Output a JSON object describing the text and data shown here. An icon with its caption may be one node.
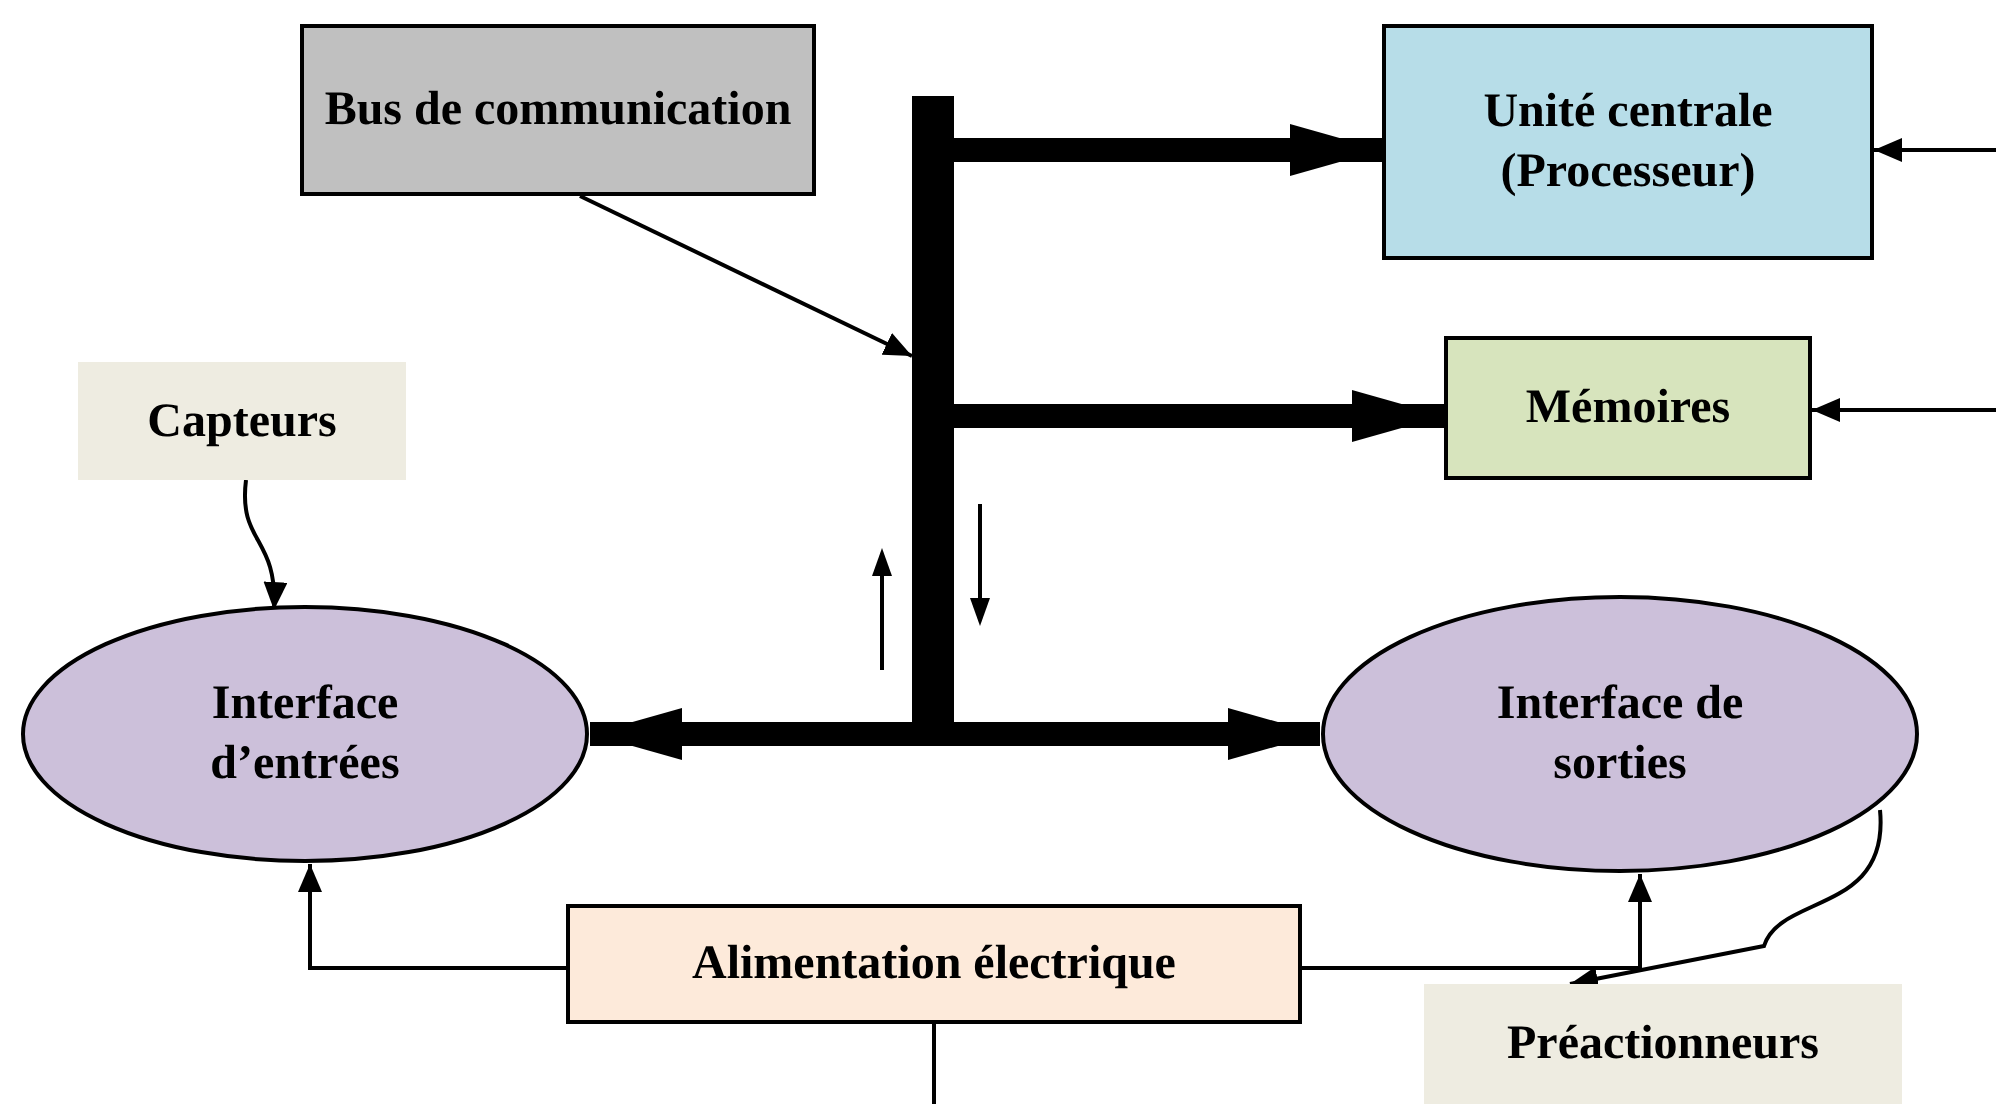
{
  "diagram": {
    "nodes": [
      {
        "text": [
          "Bus de communication"
        ]
      },
      {
        "text": [
          "Unité centrale (Processeur)"
        ]
      },
      {
        "text": [
          "Mémoires"
        ]
      },
      {
        "text": [
          "Capteurs"
        ]
      },
      {
        "text": [
          "Interface d’entrées"
        ]
      },
      {
        "text": [
          "Interface de sorties"
        ]
      },
      {
        "text": [
          "Alimentation électrique"
        ]
      },
      {
        "text": [
          "Préactionneurs"
        ]
      },
      {
        "text": [],
        "shape": "bar"
      }
    ],
    "edges": [
      {
        "from": 0,
        "to": 8,
        "arrow": "to"
      },
      {
        "from": 8,
        "to": 1,
        "arrow": "to",
        "style": "thick"
      },
      {
        "from": 8,
        "to": 2,
        "arrow": "to",
        "style": "thick"
      },
      {
        "from": 8,
        "to": 4,
        "arrow": "to",
        "style": "thick"
      },
      {
        "from": 8,
        "to": 5,
        "arrow": "to",
        "style": "thick"
      },
      {
        "from": null,
        "to": 1,
        "arrow": "to"
      },
      {
        "from": null,
        "to": 2,
        "arrow": "to"
      },
      {
        "from": 3,
        "to": 4,
        "arrow": "to"
      },
      {
        "from": 6,
        "to": 4,
        "arrow": "to"
      },
      {
        "from": 6,
        "to": 5,
        "arrow": "to"
      },
      {
        "from": 5,
        "to": 7,
        "arrow": "to"
      },
      {
        "from": 6,
        "to": null,
        "arrow": "none"
      }
    ]
  }
}
